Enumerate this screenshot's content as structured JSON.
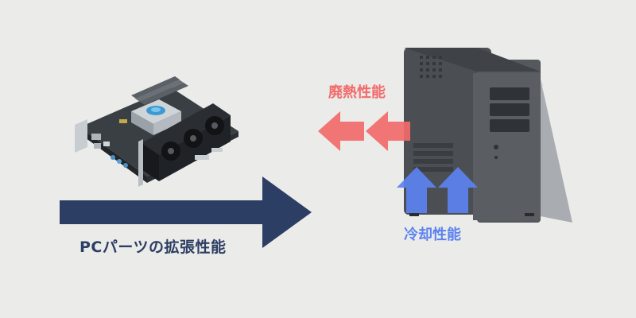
{
  "labels": {
    "expansion": "PCパーツの拡張性能",
    "exhaust": "廃熱性能",
    "cooling": "冷却性能"
  },
  "colors": {
    "background": "#ebebe9",
    "navy_arrow": "#2c3e63",
    "exhaust_red": "#f26a6a",
    "cooling_blue": "#5b82f0",
    "case_dark": "#505458",
    "case_side": "#a9adb1"
  },
  "icons": {
    "motherboard": "motherboard-with-gpu-illustration",
    "pc_case": "tower-pc-case-illustration"
  }
}
